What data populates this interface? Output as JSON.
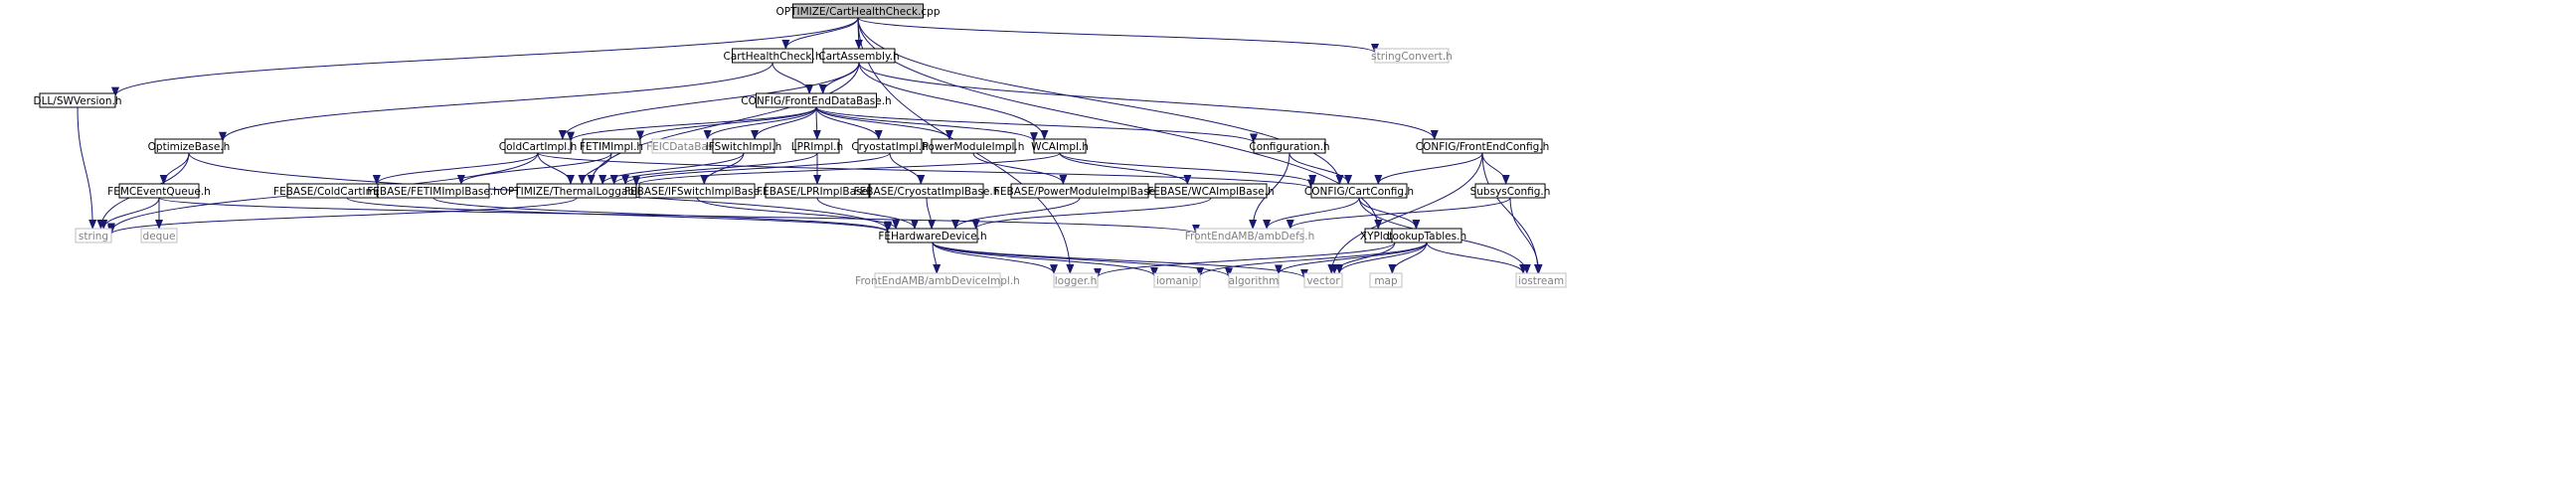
{
  "diagram": {
    "colors": {
      "background": "#ffffff",
      "edge": "#191970",
      "node_border": "#000000",
      "external_border": "#bfbfbf",
      "external_text": "#808080",
      "root_fill": "#bfbfbf",
      "node_fill": "#ffffff",
      "text": "#000000"
    },
    "nodes": [
      {
        "id": "root",
        "label": "OPTIMIZE/CartHealthCheck.cpp",
        "kind": "root"
      },
      {
        "id": "cartHealth",
        "label": "CartHealthCheck.h",
        "kind": "linked"
      },
      {
        "id": "cartAssembly",
        "label": "CartAssembly.h",
        "kind": "linked"
      },
      {
        "id": "stringConvert",
        "label": "stringConvert.h",
        "kind": "external"
      },
      {
        "id": "dllsw",
        "label": "DLL/SWVersion.h",
        "kind": "linked"
      },
      {
        "id": "feDataBase",
        "label": "CONFIG/FrontEndDataBase.h",
        "kind": "linked"
      },
      {
        "id": "optimizeBase",
        "label": "OptimizeBase.h",
        "kind": "linked"
      },
      {
        "id": "coldCartImpl",
        "label": "ColdCartImpl.h",
        "kind": "linked"
      },
      {
        "id": "fetimImpl",
        "label": "FETIMImpl.h",
        "kind": "linked"
      },
      {
        "id": "feicDataBase",
        "label": "FEICDataBase.h",
        "kind": "external"
      },
      {
        "id": "ifSwitchImpl",
        "label": "IFSwitchImpl.h",
        "kind": "linked"
      },
      {
        "id": "lprImpl",
        "label": "LPRImpl.h",
        "kind": "linked"
      },
      {
        "id": "cryostatImpl",
        "label": "CryostatImpl.h",
        "kind": "linked"
      },
      {
        "id": "powerModuleImpl",
        "label": "PowerModuleImpl.h",
        "kind": "linked"
      },
      {
        "id": "wcaImpl",
        "label": "WCAImpl.h",
        "kind": "linked"
      },
      {
        "id": "configuration",
        "label": "Configuration.h",
        "kind": "linked"
      },
      {
        "id": "feConfig",
        "label": "CONFIG/FrontEndConfig.h",
        "kind": "linked"
      },
      {
        "id": "femcEventQueue",
        "label": "FEMCEventQueue.h",
        "kind": "linked"
      },
      {
        "id": "fbColdCart",
        "label": "FEBASE/ColdCartImplBase.h",
        "kind": "linked"
      },
      {
        "id": "fbFetim",
        "label": "FEBASE/FETIMImplBase.h",
        "kind": "linked"
      },
      {
        "id": "thermalLoggable",
        "label": "OPTIMIZE/ThermalLoggable.h",
        "kind": "linked"
      },
      {
        "id": "fbIfSwitch",
        "label": "FEBASE/IFSwitchImplBase.h",
        "kind": "linked"
      },
      {
        "id": "fbLpr",
        "label": "FEBASE/LPRImplBase.h",
        "kind": "linked"
      },
      {
        "id": "fbCryostat",
        "label": "FEBASE/CryostatImplBase.h",
        "kind": "linked"
      },
      {
        "id": "fbPowerModule",
        "label": "FEBASE/PowerModuleImplBase.h",
        "kind": "linked"
      },
      {
        "id": "fbWca",
        "label": "FEBASE/WCAImplBase.h",
        "kind": "linked"
      },
      {
        "id": "cartConfig",
        "label": "CONFIG/CartConfig.h",
        "kind": "linked"
      },
      {
        "id": "subsysConfig",
        "label": "SubsysConfig.h",
        "kind": "linked"
      },
      {
        "id": "string",
        "label": "string",
        "kind": "external"
      },
      {
        "id": "deque",
        "label": "deque",
        "kind": "external"
      },
      {
        "id": "feHardwareDevice",
        "label": "FEHardwareDevice.h",
        "kind": "linked"
      },
      {
        "id": "ambDefs",
        "label": "FrontEndAMB/ambDefs.h",
        "kind": "external"
      },
      {
        "id": "xyPlotArray",
        "label": "XYPlotArray.h",
        "kind": "linked"
      },
      {
        "id": "lookupTables",
        "label": "LookupTables.h",
        "kind": "linked"
      },
      {
        "id": "ambDeviceImpl",
        "label": "FrontEndAMB/ambDeviceImpl.h",
        "kind": "external"
      },
      {
        "id": "logger",
        "label": "logger.h",
        "kind": "external"
      },
      {
        "id": "iomanip",
        "label": "iomanip",
        "kind": "external"
      },
      {
        "id": "algorithm",
        "label": "algorithm",
        "kind": "external"
      },
      {
        "id": "vector",
        "label": "vector",
        "kind": "external"
      },
      {
        "id": "map",
        "label": "map",
        "kind": "external"
      },
      {
        "id": "iostream",
        "label": "iostream",
        "kind": "external"
      }
    ],
    "edges": [
      [
        "root",
        "cartHealth"
      ],
      [
        "root",
        "cartAssembly"
      ],
      [
        "root",
        "stringConvert"
      ],
      [
        "root",
        "dllsw"
      ],
      [
        "root",
        "cartConfig"
      ],
      [
        "root",
        "xyPlotArray"
      ],
      [
        "root",
        "logger"
      ],
      [
        "cartHealth",
        "feDataBase"
      ],
      [
        "cartHealth",
        "optimizeBase"
      ],
      [
        "cartAssembly",
        "feDataBase"
      ],
      [
        "cartAssembly",
        "coldCartImpl"
      ],
      [
        "cartAssembly",
        "wcaImpl"
      ],
      [
        "cartAssembly",
        "feConfig"
      ],
      [
        "cartAssembly",
        "thermalLoggable"
      ],
      [
        "dllsw",
        "string"
      ],
      [
        "feDataBase",
        "coldCartImpl"
      ],
      [
        "feDataBase",
        "fetimImpl"
      ],
      [
        "feDataBase",
        "feicDataBase"
      ],
      [
        "feDataBase",
        "ifSwitchImpl"
      ],
      [
        "feDataBase",
        "lprImpl"
      ],
      [
        "feDataBase",
        "cryostatImpl"
      ],
      [
        "feDataBase",
        "powerModuleImpl"
      ],
      [
        "feDataBase",
        "wcaImpl"
      ],
      [
        "feDataBase",
        "configuration"
      ],
      [
        "optimizeBase",
        "femcEventQueue"
      ],
      [
        "optimizeBase",
        "string"
      ],
      [
        "optimizeBase",
        "feHardwareDevice"
      ],
      [
        "coldCartImpl",
        "fbColdCart"
      ],
      [
        "coldCartImpl",
        "thermalLoggable"
      ],
      [
        "coldCartImpl",
        "cartConfig"
      ],
      [
        "coldCartImpl",
        "string"
      ],
      [
        "fetimImpl",
        "fbFetim"
      ],
      [
        "fetimImpl",
        "thermalLoggable"
      ],
      [
        "ifSwitchImpl",
        "fbIfSwitch"
      ],
      [
        "ifSwitchImpl",
        "thermalLoggable"
      ],
      [
        "lprImpl",
        "fbLpr"
      ],
      [
        "lprImpl",
        "thermalLoggable"
      ],
      [
        "cryostatImpl",
        "fbCryostat"
      ],
      [
        "cryostatImpl",
        "thermalLoggable"
      ],
      [
        "powerModuleImpl",
        "fbPowerModule"
      ],
      [
        "wcaImpl",
        "fbWca"
      ],
      [
        "wcaImpl",
        "thermalLoggable"
      ],
      [
        "wcaImpl",
        "cartConfig"
      ],
      [
        "configuration",
        "cartConfig"
      ],
      [
        "configuration",
        "ambDefs"
      ],
      [
        "feConfig",
        "cartConfig"
      ],
      [
        "feConfig",
        "subsysConfig"
      ],
      [
        "feConfig",
        "iostream"
      ],
      [
        "feConfig",
        "vector"
      ],
      [
        "femcEventQueue",
        "string"
      ],
      [
        "femcEventQueue",
        "deque"
      ],
      [
        "femcEventQueue",
        "ambDefs"
      ],
      [
        "fbColdCart",
        "feHardwareDevice"
      ],
      [
        "fbFetim",
        "feHardwareDevice"
      ],
      [
        "fbIfSwitch",
        "feHardwareDevice"
      ],
      [
        "fbLpr",
        "feHardwareDevice"
      ],
      [
        "fbCryostat",
        "feHardwareDevice"
      ],
      [
        "fbPowerModule",
        "feHardwareDevice"
      ],
      [
        "fbWca",
        "feHardwareDevice"
      ],
      [
        "thermalLoggable",
        "string"
      ],
      [
        "cartConfig",
        "lookupTables"
      ],
      [
        "cartConfig",
        "ambDefs"
      ],
      [
        "cartConfig",
        "iostream"
      ],
      [
        "subsysConfig",
        "ambDefs"
      ],
      [
        "subsysConfig",
        "iostream"
      ],
      [
        "feHardwareDevice",
        "ambDeviceImpl"
      ],
      [
        "feHardwareDevice",
        "logger"
      ],
      [
        "feHardwareDevice",
        "iomanip"
      ],
      [
        "feHardwareDevice",
        "algorithm"
      ],
      [
        "feHardwareDevice",
        "vector"
      ],
      [
        "xyPlotArray",
        "vector"
      ],
      [
        "xyPlotArray",
        "logger"
      ],
      [
        "lookupTables",
        "iomanip"
      ],
      [
        "lookupTables",
        "algorithm"
      ],
      [
        "lookupTables",
        "vector"
      ],
      [
        "lookupTables",
        "map"
      ],
      [
        "lookupTables",
        "iostream"
      ]
    ]
  }
}
